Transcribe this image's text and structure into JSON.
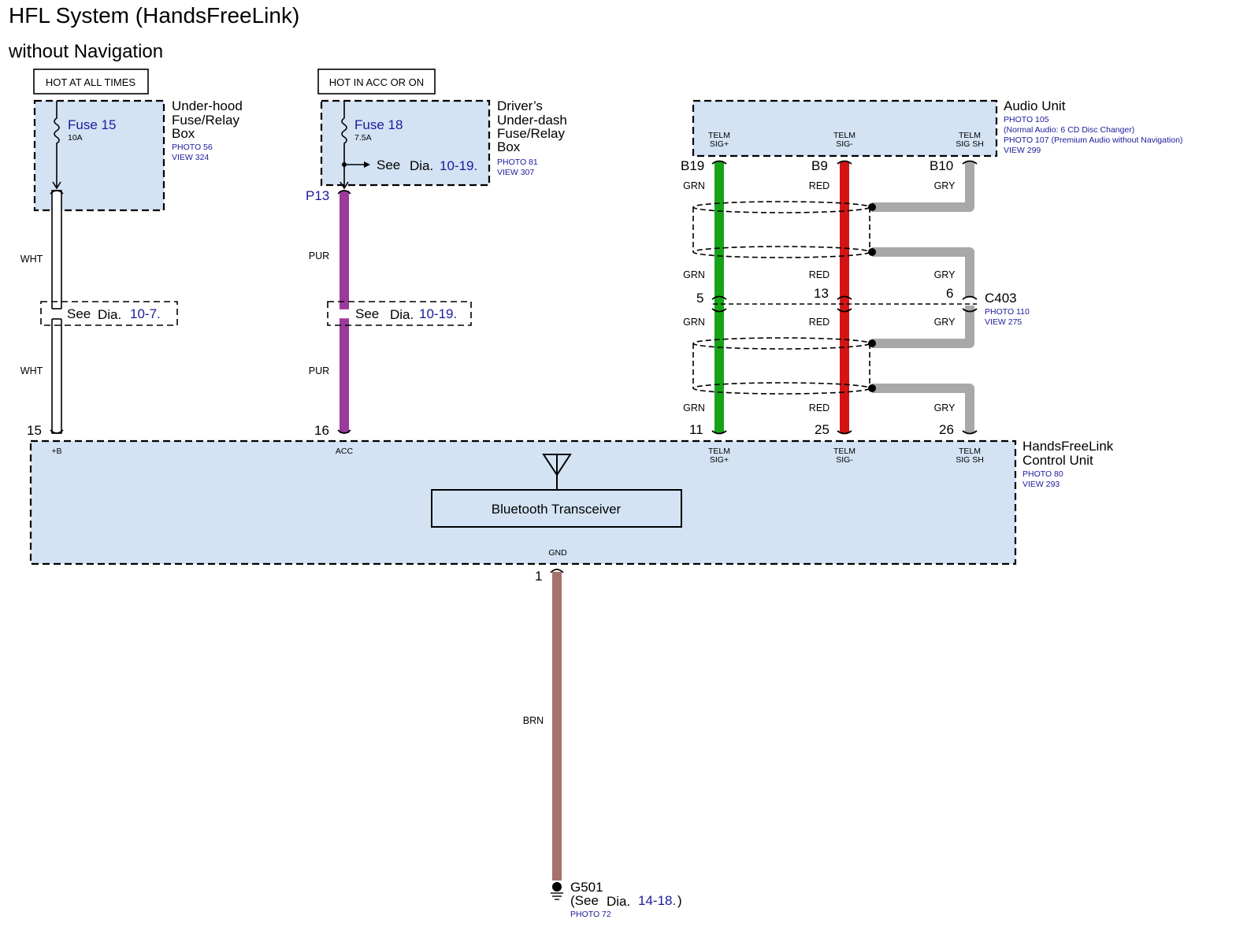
{
  "title": "HFL System (HandsFreeLink)",
  "subtitle": "without Navigation",
  "hot_labels": {
    "always": "HOT AT ALL TIMES",
    "acc": "HOT IN ACC OR ON"
  },
  "underhood": {
    "name_lines": [
      "Under-hood",
      "Fuse/Relay",
      "Box"
    ],
    "photo": "PHOTO 56",
    "view": "VIEW 324",
    "fuse": "Fuse 15",
    "amps": "10A"
  },
  "underdash": {
    "name_lines": [
      "Driver’s",
      "Under-dash",
      "Fuse/Relay",
      "Box"
    ],
    "photo": "PHOTO 81",
    "view": "VIEW 307",
    "fuse": "Fuse 18",
    "amps": "7.5A",
    "see": "See",
    "dia": "Dia.",
    "ref": "10-19.",
    "connector": "P13"
  },
  "audio_unit": {
    "name": "Audio Unit",
    "notes": [
      "PHOTO 105",
      "(Normal Audio: 6 CD Disc Changer)",
      "PHOTO 107 (Premium Audio without Navigation)",
      "VIEW 299"
    ],
    "terminals": [
      {
        "line1": "TELM",
        "line2": "SIG+",
        "pin": "B19"
      },
      {
        "line1": "TELM",
        "line2": "SIG-",
        "pin": "B9"
      },
      {
        "line1": "TELM",
        "line2": "SIG SH",
        "pin": "B10"
      }
    ]
  },
  "wire_colors": {
    "wht": "WHT",
    "pur": "PUR",
    "grn": "GRN",
    "red": "RED",
    "gry": "GRY",
    "brn": "BRN"
  },
  "see_refs": [
    {
      "see": "See",
      "dia": "Dia.",
      "ref": "10-7."
    },
    {
      "see": "See",
      "dia": "Dia.",
      "ref": "10-19."
    }
  ],
  "c403": {
    "name": "C403",
    "photo": "PHOTO 110",
    "view": "VIEW 275",
    "pins": [
      "5",
      "13",
      "6"
    ]
  },
  "hfl_unit": {
    "name_lines": [
      "HandsFreeLink",
      "Control Unit"
    ],
    "photo": "PHOTO 80",
    "view": "VIEW 293",
    "pins": [
      "15",
      "16",
      "11",
      "25",
      "26"
    ],
    "terminals": [
      {
        "line1": "+B",
        "line2": ""
      },
      {
        "line1": "ACC",
        "line2": ""
      },
      {
        "line1": "TELM",
        "line2": "SIG+"
      },
      {
        "line1": "TELM",
        "line2": "SIG-"
      },
      {
        "line1": "TELM",
        "line2": "SIG SH"
      }
    ],
    "transceiver": "Bluetooth Transceiver",
    "gnd": "GND",
    "gnd_pin": "1"
  },
  "ground": {
    "name": "G501",
    "see_open": "(See",
    "dia": "Dia.",
    "ref": "14-18.",
    "close": ")",
    "photo": "PHOTO 72"
  },
  "colors": {
    "box_fill": "#d3e3f4",
    "purple": "#9b3a9c",
    "green": "#17a317",
    "red": "#d41414",
    "gray": "#a8a8a8",
    "brown": "#a6716b",
    "link_blue": "#1a1a9c"
  }
}
